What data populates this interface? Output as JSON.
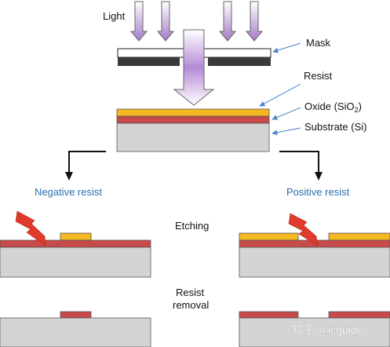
{
  "labels": {
    "light": "Light",
    "mask": "Mask",
    "resist": "Resist",
    "oxide": "Oxide (SiO",
    "oxide_subscript": "2",
    "oxide_close": ")",
    "substrate": "Substrate (Si)",
    "negative_resist": "Negative resist",
    "positive_resist": "Positive resist",
    "etching": "Etching",
    "resist_removal_line1": "Resist",
    "resist_removal_line2": "removal"
  },
  "watermark": "知乎 @icguide",
  "colors": {
    "resist": "#f5b820",
    "oxide": "#c94a4a",
    "substrate": "#d4d4d4",
    "mask_chrome": "#3a3a3a",
    "light_top": "#ffffff",
    "light_bottom": "#9c6cc2",
    "pointer_arrow": "#4a86c8",
    "label_blue": "#2a6fb0",
    "lightning": "#e03a2a"
  }
}
